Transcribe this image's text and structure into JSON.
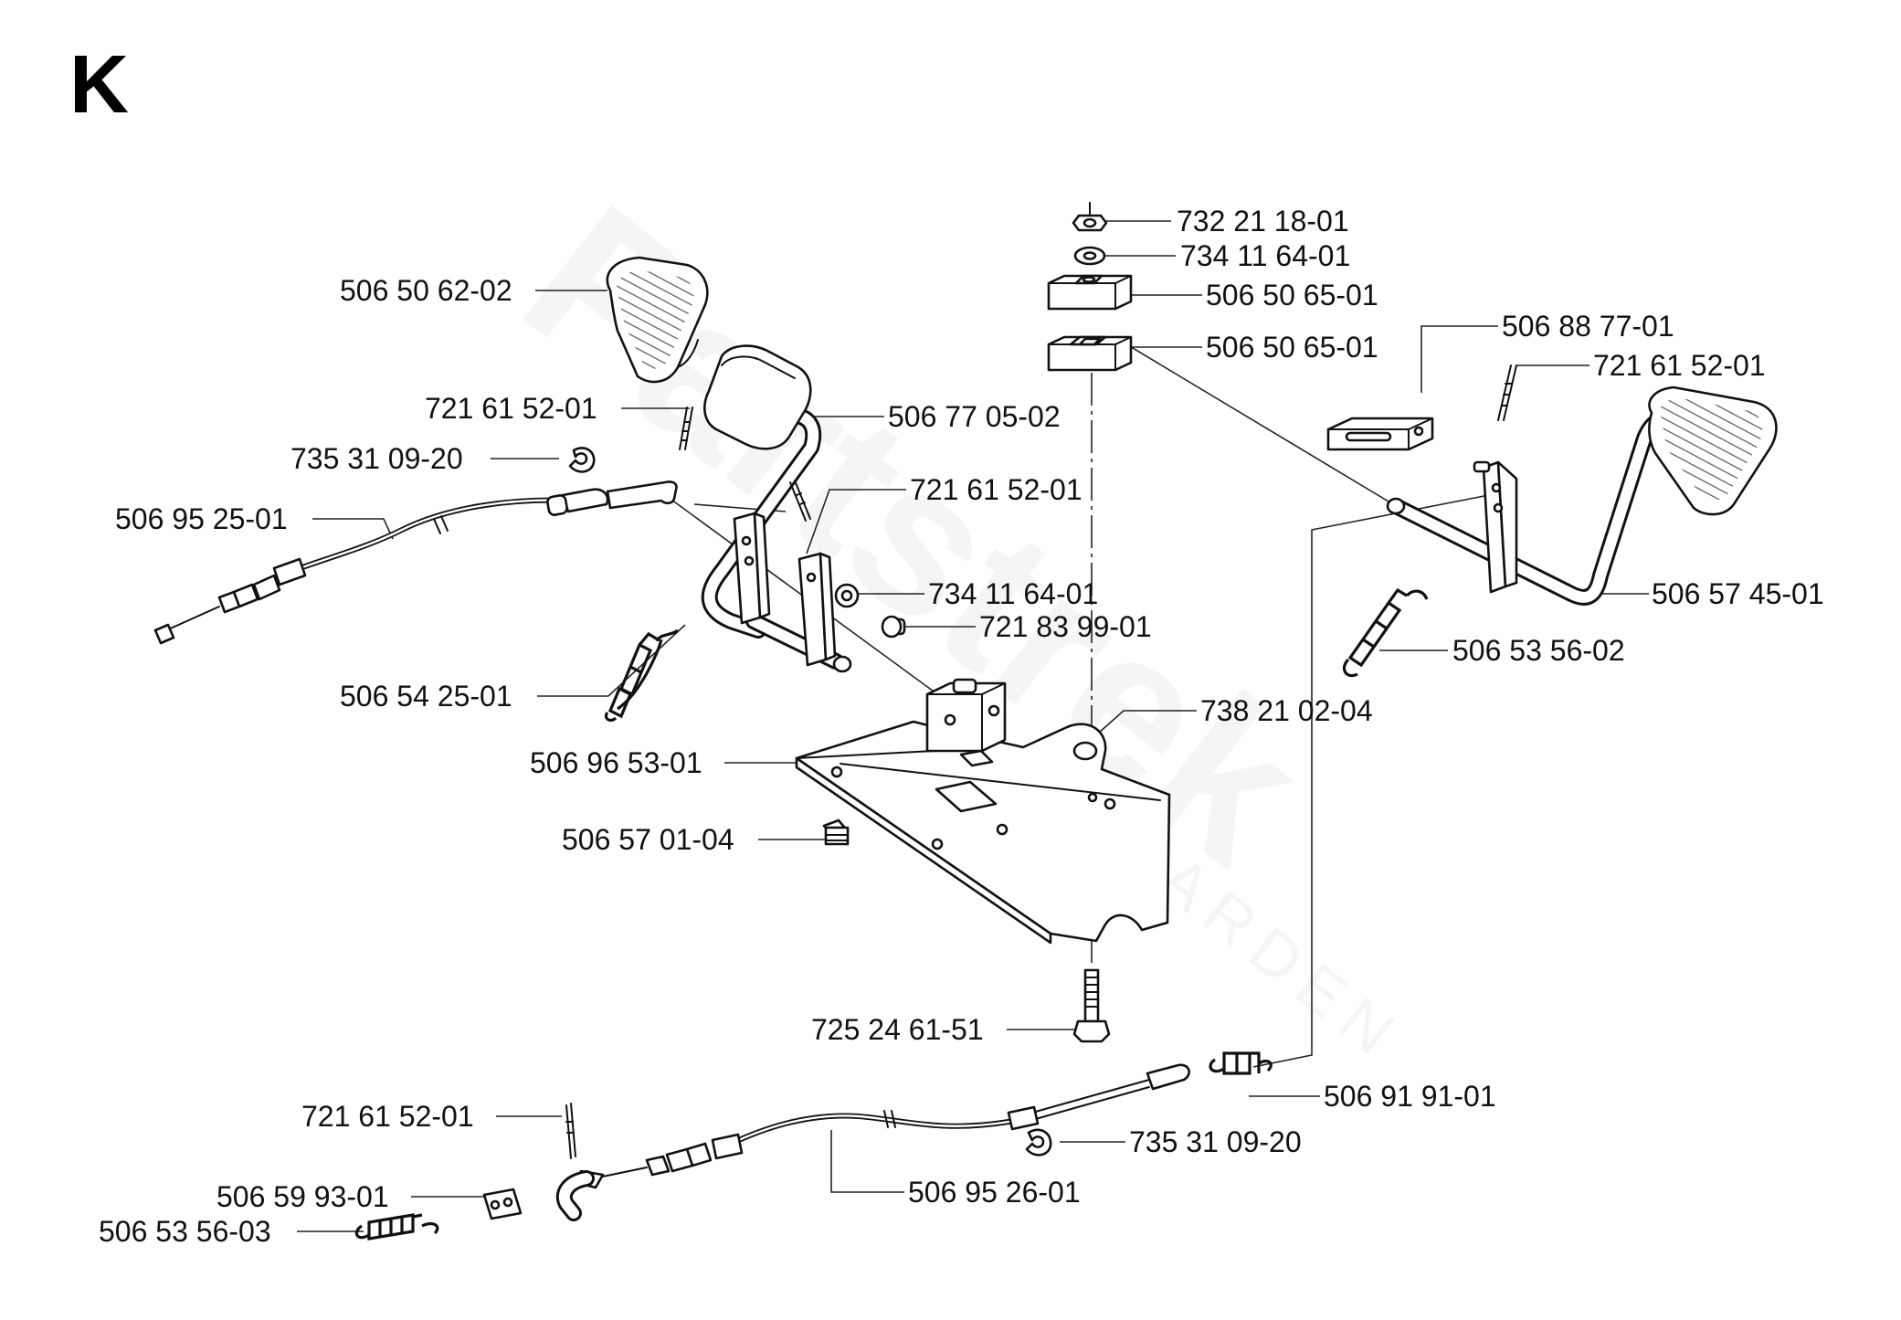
{
  "section_letter": "K",
  "labels": [
    {
      "id": "l1",
      "text": "732 21 18-01"
    },
    {
      "id": "l2",
      "text": "734 11 64-01"
    },
    {
      "id": "l3",
      "text": "506 50 65-01"
    },
    {
      "id": "l4",
      "text": "506 50 65-01"
    },
    {
      "id": "l5",
      "text": "506 88 77-01"
    },
    {
      "id": "l6",
      "text": "721 61 52-01"
    },
    {
      "id": "l7",
      "text": "506 50 62-02"
    },
    {
      "id": "l8",
      "text": "721 61 52-01"
    },
    {
      "id": "l9",
      "text": "506 77 05-02"
    },
    {
      "id": "l10",
      "text": "735 31 09-20"
    },
    {
      "id": "l11",
      "text": "721 61 52-01"
    },
    {
      "id": "l12",
      "text": "506 95 25-01"
    },
    {
      "id": "l13",
      "text": "734 11 64-01"
    },
    {
      "id": "l14",
      "text": "721 83 99-01"
    },
    {
      "id": "l15",
      "text": "506 57 45-01"
    },
    {
      "id": "l16",
      "text": "506 53 56-02"
    },
    {
      "id": "l17",
      "text": "506 54 25-01"
    },
    {
      "id": "l18",
      "text": "738 21 02-04"
    },
    {
      "id": "l19",
      "text": "506 96 53-01"
    },
    {
      "id": "l20",
      "text": "506 57 01-04"
    },
    {
      "id": "l21",
      "text": "725 24 61-51"
    },
    {
      "id": "l22",
      "text": "506 91 91-01"
    },
    {
      "id": "l23",
      "text": "721 61 52-01"
    },
    {
      "id": "l24",
      "text": "735 31 09-20"
    },
    {
      "id": "l25",
      "text": "506 95 26-01"
    },
    {
      "id": "l26",
      "text": "506 59 93-01"
    },
    {
      "id": "l27",
      "text": "506 53 56-03"
    }
  ],
  "watermark": {
    "brand": "Partstrek",
    "sub": "GARDEN"
  }
}
